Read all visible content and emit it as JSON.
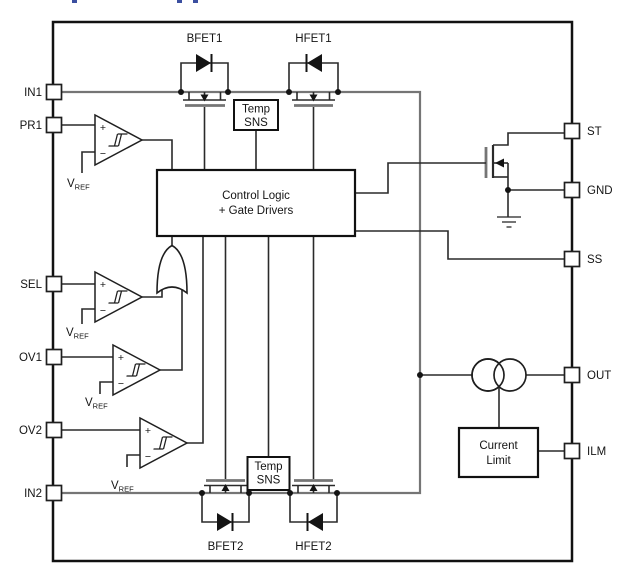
{
  "diagram": {
    "kind": "ic-functional-block-diagram",
    "pins": {
      "left": [
        {
          "label": "IN1"
        },
        {
          "label": "PR1"
        },
        {
          "label": "SEL"
        },
        {
          "label": "OV1"
        },
        {
          "label": "OV2"
        },
        {
          "label": "IN2"
        }
      ],
      "right": [
        {
          "label": "ST"
        },
        {
          "label": "GND"
        },
        {
          "label": "SS"
        },
        {
          "label": "OUT"
        },
        {
          "label": "ILM"
        }
      ]
    },
    "fets": {
      "bfet1": "BFET1",
      "hfet1": "HFET1",
      "bfet2": "BFET2",
      "hfet2": "HFET2"
    },
    "blocks": {
      "control_logic": {
        "line1": "Control Logic",
        "line2": "+ Gate Drivers"
      },
      "temp_sns_top": {
        "line1": "Temp",
        "line2": "SNS"
      },
      "temp_sns_bottom": {
        "line1": "Temp",
        "line2": "SNS"
      },
      "current_limit": {
        "line1": "Current",
        "line2": "Limit"
      }
    },
    "labels": {
      "vref_main": "V",
      "vref_sub": "REF",
      "plus": "+",
      "minus": "−"
    },
    "colors": {
      "wire": "#2a2a2a",
      "power_rail": "#757575",
      "border": "#111111",
      "background": "#ffffff"
    }
  }
}
